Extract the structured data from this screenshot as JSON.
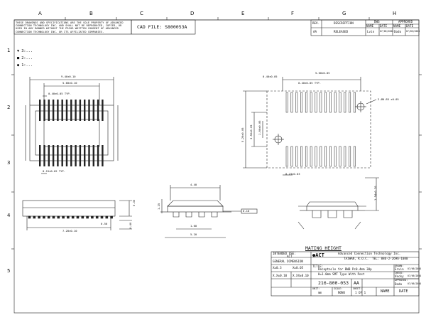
{
  "sheet": {
    "col_labels": [
      "A",
      "B",
      "C",
      "D",
      "E",
      "F",
      "G",
      "H"
    ],
    "row_labels": [
      "1",
      "2",
      "3",
      "4",
      "5"
    ],
    "notice": "THESE DRAWINGS AND SPECIFICATIONS ARE THE SOLE PROPERTY OF ADVANCED CONNECTION TECHNOLOGY INC. AND SHALL NOT BE REPRODUCED, COPIED, OR USED IN ANY MANNER WITHOUT THE PRIOR WRITTEN CONSENT OF ADVANCED CONNECTION TECHNOLOGY INC. OR ITS AFFILIATED COMPANIES.",
    "cad_file": "CAD FILE: S800053A"
  },
  "revision_table": {
    "headers": [
      "REV.",
      "DESCRIPTION",
      "DWG",
      "APPROVED"
    ],
    "sub_headers": [
      "NAME",
      "DATE",
      "NAME",
      "DATE"
    ],
    "row": {
      "rev": "AA",
      "description": "RELEASED",
      "name": "Lvin",
      "date": "07/06/2004",
      "appr_name": "Dodo",
      "appr_date": "07/06/2004"
    }
  },
  "legend": {
    "items": [
      "▼ 3:...",
      "■ 2:...",
      "● 1:..."
    ]
  },
  "dims": {
    "top_left": {
      "overall": "9.40±0.10",
      "inner": "5.60±0.10",
      "pitch": "0.40±0.05 TYP.",
      "width": "0.15±0.02 TYP."
    },
    "side_left": {
      "length": "7.20±0.10",
      "height": "0.35",
      "notch": "0.50",
      "side": "0.40"
    },
    "end_view": {
      "top": "4.40",
      "height": "1.25",
      "mid": "1.60",
      "bottom": "5.20",
      "flat": "0.10"
    },
    "pcb": {
      "pitch_a": "0.40±0.05",
      "span": "5.60±0.05",
      "pitch_b": "0.40±0.05 TYP.",
      "hole": "2-Ø0.85 ±0.05",
      "total_w": "5.20±0.05",
      "inner_w": "3.50±0.05",
      "row_gap": "1.60±0.05",
      "pad": "0.23±0.03"
    },
    "profile": {
      "height": "1.54±0.20"
    }
  },
  "mating_height": "MATING HEIGHT",
  "title_block": {
    "intended_use": "INTENDED USE:",
    "use_value": "ACT",
    "company_name": "Advanced Connection Technology Inc.",
    "company_loc": "TAIWAN, R.O.C.",
    "tel": "TEL: 886-2-2696-1080",
    "general_dimension": "GENERAL DIMENSION",
    "tolerances": [
      "X±0.3",
      "X±0.05",
      "X.X±0.10",
      "X.XX±0.10"
    ],
    "title_label": "TITLE:",
    "title": "Receptacle for BWB Pc0.4mm 30p",
    "title2": "H=1.0mm SMT Type With Post",
    "drawn_label": "DRAWN:",
    "drawn_name": "Ervin",
    "drawn_date": "07/06/2004",
    "check_label": "CHECK:",
    "check_name": "Vecky",
    "check_date": "07/06/2004",
    "approved_label": "APPROVED:",
    "approved_name": "Dodo",
    "approved_date": "07/06/2004",
    "part_no": "216-800-053",
    "rev": "AA",
    "unit_label": "UNIT:",
    "unit": "mm",
    "scale_label": "SCALE:",
    "scale": "NONE",
    "sheet_label": "SHEET:",
    "sheet": "1 OF 1",
    "name": "NAME",
    "date": "DATE"
  }
}
